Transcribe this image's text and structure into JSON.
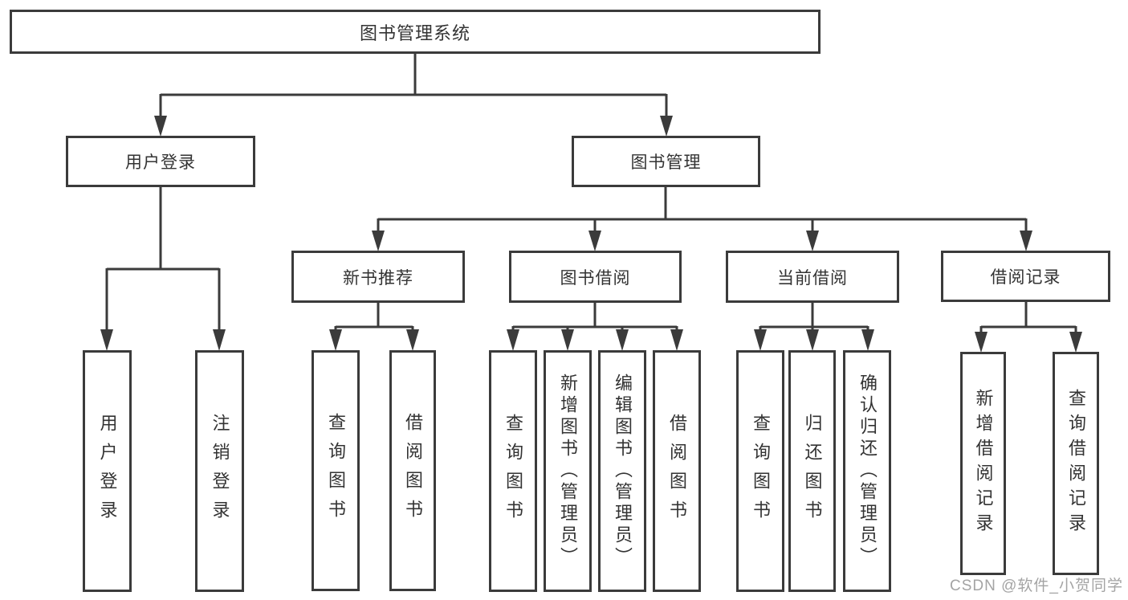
{
  "diagram": {
    "root_label": "图书管理系统",
    "level2": [
      {
        "label": "用户登录"
      },
      {
        "label": "图书管理"
      }
    ],
    "level3": [
      {
        "label": "新书推荐"
      },
      {
        "label": "图书借阅"
      },
      {
        "label": "当前借阅"
      },
      {
        "label": "借阅记录"
      }
    ],
    "leaves": {
      "login": [
        "用户登录",
        "注销登录"
      ],
      "new_book": [
        "查询图书",
        "借阅图书"
      ],
      "book_borrow": [
        "查询图书",
        "新增图书（管理员）",
        "编辑图书（管理员）",
        "借阅图书"
      ],
      "current_borrow": [
        "查询图书",
        "归还图书",
        "确认归还（管理员）"
      ],
      "borrow_records": [
        "新增借阅记录",
        "查询借阅记录"
      ]
    }
  },
  "watermark": {
    "text": "CSDN @软件_小贺同学"
  },
  "colors": {
    "line": "#3b3b3b",
    "box_border": "#3b3b3b",
    "text": "#333333",
    "watermark": "#a4a4a4",
    "background": "#ffffff"
  }
}
